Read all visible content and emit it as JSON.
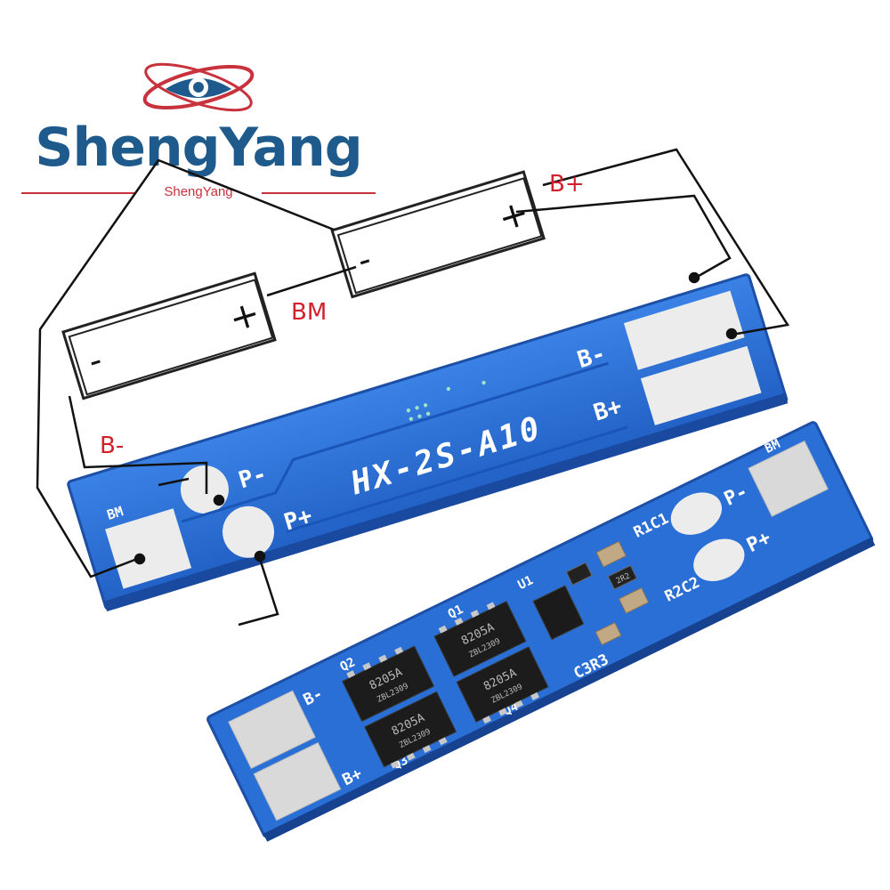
{
  "brand": {
    "title": "ShengYang",
    "subtitle": "ShengYang",
    "logo_icon": "eye-orbit-icon",
    "colors": {
      "blue": "#1e5a8c",
      "red": "#c8323c"
    }
  },
  "wiring_labels": {
    "b_plus": "B+",
    "bm": "BM",
    "b_minus": "B-"
  },
  "batteries": {
    "top": {
      "plus": "+",
      "minus": "-"
    },
    "bottom": {
      "plus": "+",
      "minus": "-"
    }
  },
  "board_front": {
    "model": "HX-2S-A10",
    "pads": {
      "b_minus": "B-",
      "b_plus": "B+",
      "p_minus": "P-",
      "p_plus": "P+",
      "bm": "BM"
    }
  },
  "board_back": {
    "pads": {
      "bm": "BM",
      "p_minus": "P-",
      "p_plus": "P+",
      "b_minus": "B-",
      "b_plus": "B+"
    },
    "components": [
      "R1C1",
      "R2C2",
      "C3R3",
      "U1"
    ],
    "transistors": [
      "Q1",
      "Q2",
      "Q3",
      "Q4"
    ],
    "chips": [
      {
        "part": "8205A",
        "lot": "ZBL2309"
      },
      {
        "part": "8205A",
        "lot": "ZBL2309"
      },
      {
        "part": "8205A",
        "lot": "ZBL2309"
      },
      {
        "part": "8205A",
        "lot": "ZBL2309"
      }
    ],
    "resistor_code": "2R2"
  },
  "colors": {
    "pcb_blue": "#2a6fd6",
    "pcb_edge": "#1d4fa6",
    "label_red": "#d3202c"
  }
}
